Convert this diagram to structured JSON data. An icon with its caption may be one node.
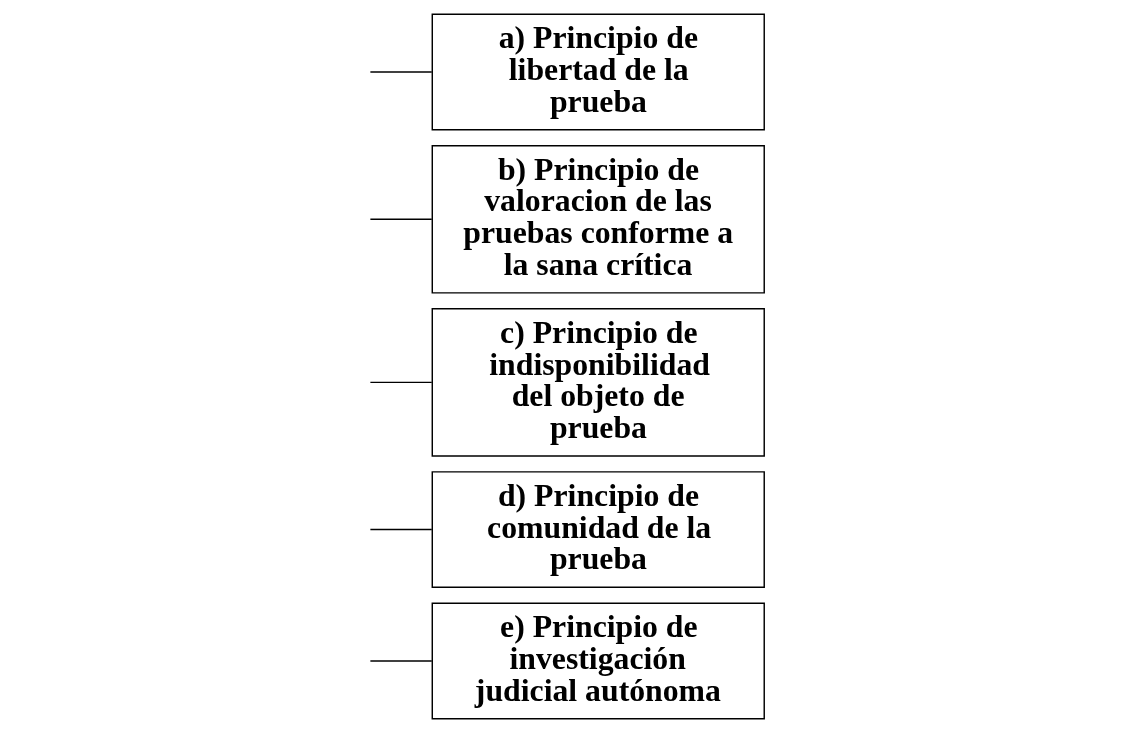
{
  "diagram": {
    "nodes": [
      {
        "text": [
          "a) Principio de libertad de la prueba"
        ]
      },
      {
        "text": [
          "b) Principio de valoracion de las pruebas conforme a la sana crítica"
        ]
      },
      {
        "text": [
          "c) Principio de indisponibilidad del objeto de prueba"
        ]
      },
      {
        "text": [
          "d) Principio de comunidad de la prueba"
        ]
      },
      {
        "text": [
          "e) Principio de investigación judicial autónoma"
        ]
      }
    ],
    "edges": [
      {
        "from": null,
        "to": 0,
        "arrow": "none"
      },
      {
        "from": null,
        "to": 1,
        "arrow": "none"
      },
      {
        "from": null,
        "to": 2,
        "arrow": "none"
      },
      {
        "from": null,
        "to": 3,
        "arrow": "none"
      },
      {
        "from": null,
        "to": 4,
        "arrow": "none"
      }
    ]
  }
}
